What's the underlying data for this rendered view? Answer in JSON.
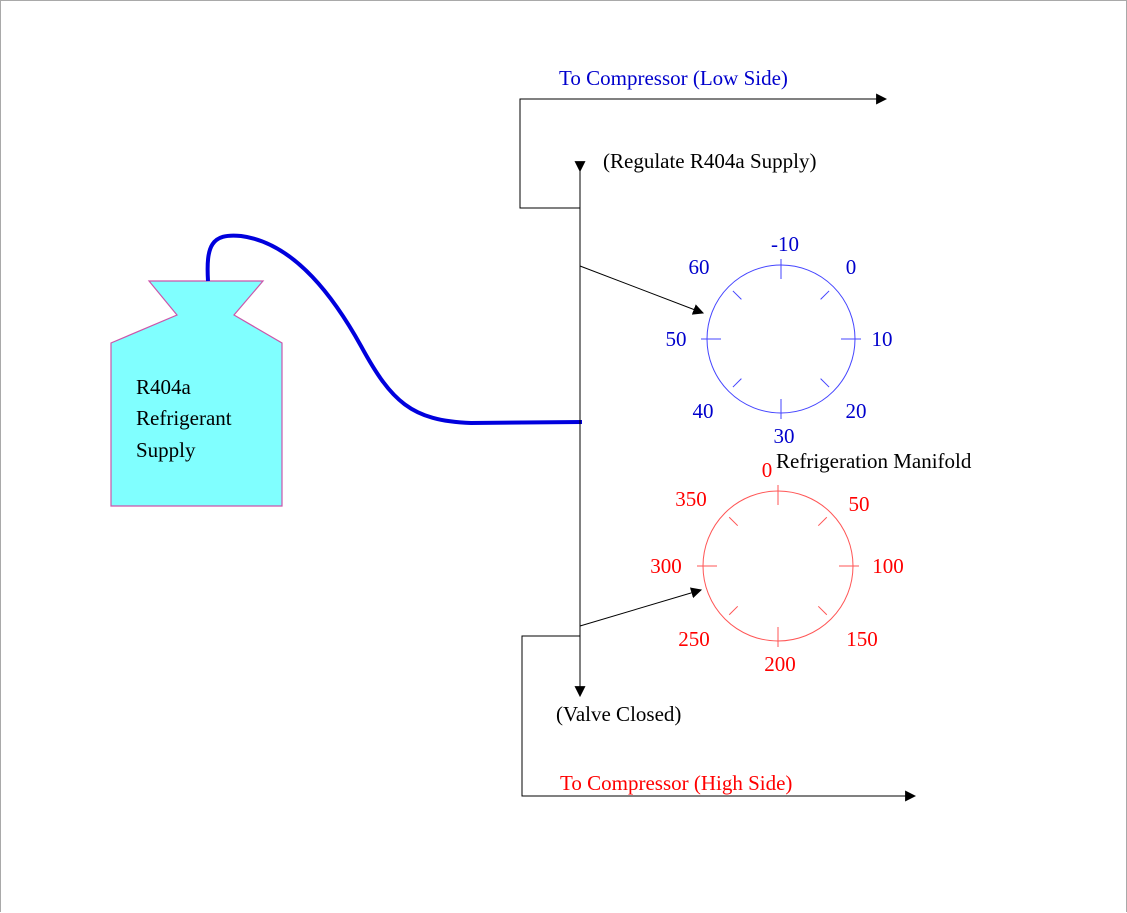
{
  "colors": {
    "low_side": "#0000cc",
    "high_side": "#ff0000",
    "tank_fill": "#80ffff",
    "tank_border": "#cc55aa",
    "hose": "#0000dd",
    "low_gauge_ring": "#4444ff",
    "high_gauge_ring": "#ff5555",
    "text_dark": "#000000"
  },
  "tank": {
    "label_lines": [
      "R404a",
      "Refrigerant",
      "Supply"
    ]
  },
  "labels": {
    "to_compressor_low": "To Compressor (Low Side)",
    "regulate_supply": "(Regulate R404a Supply)",
    "manifold": "Refrigeration Manifold",
    "valve_closed": "(Valve Closed)",
    "to_compressor_high": "To Compressor (High Side)"
  },
  "low_gauge": {
    "scale": [
      "-10",
      "0",
      "10",
      "20",
      "30",
      "40",
      "50",
      "60"
    ]
  },
  "high_gauge": {
    "scale": [
      "0",
      "50",
      "100",
      "150",
      "200",
      "250",
      "300",
      "350"
    ]
  }
}
